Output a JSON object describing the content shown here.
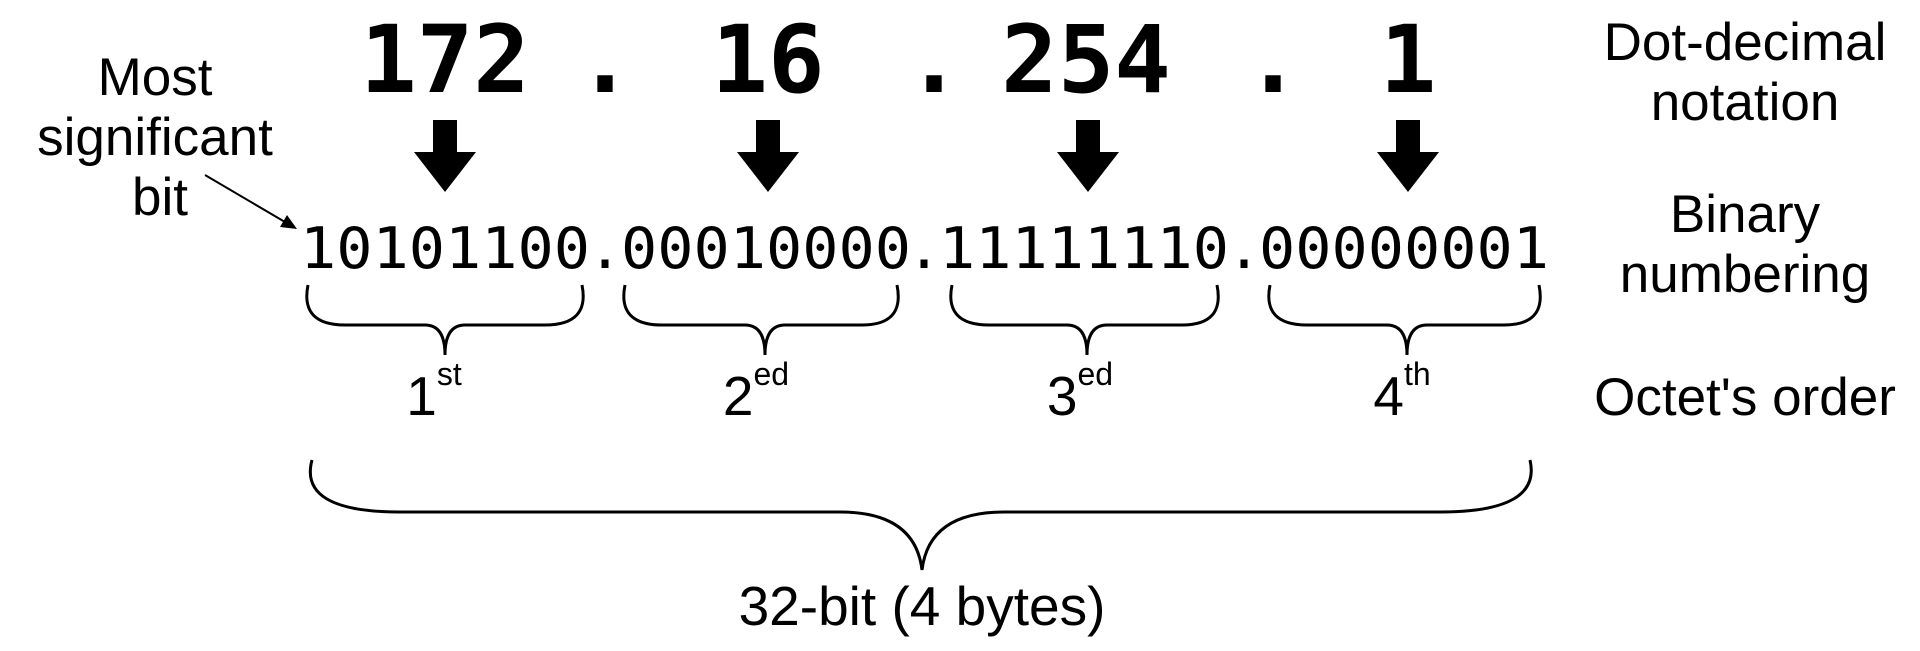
{
  "decimal": {
    "octets": [
      "172",
      "16",
      "254",
      "1"
    ],
    "separator": "."
  },
  "binary": {
    "octets": [
      "10101100",
      "00010000",
      "11111110",
      "00000001"
    ],
    "separator": "."
  },
  "octet_order": [
    {
      "num": "1",
      "suffix": "st"
    },
    {
      "num": "2",
      "suffix": "ed"
    },
    {
      "num": "3",
      "suffix": "ed"
    },
    {
      "num": "4",
      "suffix": "th"
    }
  ],
  "labels": {
    "msb_line1": "Most",
    "msb_line2": "significant",
    "msb_line3": "bit",
    "dot_decimal_line1": "Dot-decimal",
    "dot_decimal_line2": "notation",
    "binary_line1": "Binary",
    "binary_line2": "numbering",
    "octet_order": "Octet's order",
    "total": "32-bit (4 bytes)"
  }
}
